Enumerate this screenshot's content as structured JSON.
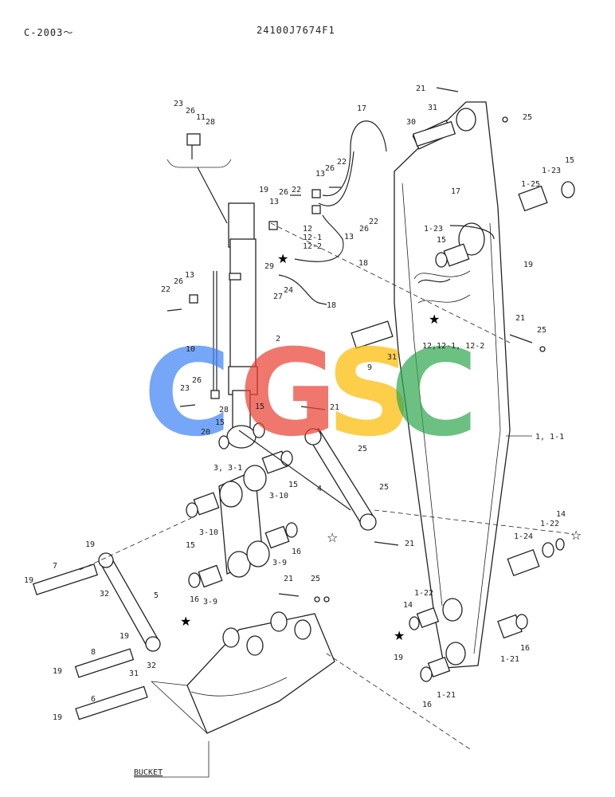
{
  "header": {
    "page_code": "C-2003〜",
    "drawing_number": "24100J7674F1"
  },
  "watermark": {
    "letters": [
      "C",
      "G",
      "S",
      "C"
    ],
    "colors": [
      "#4285F4",
      "#EA4335",
      "#FBBC05",
      "#34A853"
    ]
  },
  "bucket_label": "BUCKET",
  "labels": {
    "p21a": "21",
    "p31a": "31",
    "p25a": "25",
    "p30": "30",
    "p15a": "15",
    "p1_23a": "1-23",
    "p1_25a": "1-25",
    "p17a": "17",
    "p1_23b": "1-23",
    "p15b": "15",
    "p19a": "19",
    "p12set": "12,12-1, 12-2",
    "p21b": "21",
    "p25b": "25",
    "p1_1": "1, 1-1",
    "p17b": "17",
    "p13a": "13",
    "p26a": "26",
    "p22a": "22",
    "p22b": "22",
    "p26b": "26",
    "p13b": "13",
    "p12": "12",
    "p12_1": "12-1",
    "p12_2": "12-2",
    "p18a": "18",
    "p18b": "18",
    "p23a": "23",
    "p26c": "26",
    "p11": "11",
    "p28a": "28",
    "p19b": "19",
    "p13c": "13",
    "p26d": "26",
    "p22c": "22",
    "p29": "29",
    "p27": "27",
    "p24": "24",
    "p26e": "26",
    "p13d": "13",
    "p22d": "22",
    "p9": "9",
    "p31b": "31",
    "p2": "2",
    "p10": "10",
    "p26f": "26",
    "p23b": "23",
    "p28b": "28",
    "p15c": "15",
    "p21c": "21",
    "p15d": "15",
    "p20": "20",
    "p3_31": "3, 3-1",
    "p15e": "15",
    "p3_10a": "3-10",
    "p25c": "25",
    "p4": "4",
    "p25d": "25",
    "p15f": "15",
    "p3_10b": "3-10",
    "p16a": "16",
    "p3_9a": "3-9",
    "p21d": "21",
    "p19c": "19",
    "p7": "7",
    "p32a": "32",
    "p19d": "19",
    "p5": "5",
    "p16b": "16",
    "p3_9b": "3-9",
    "p21e": "21",
    "p25e": "25",
    "p19e": "19",
    "p8": "8",
    "p32b": "32",
    "p19f": "19",
    "p31c": "31",
    "p19g": "19",
    "p6": "6",
    "p1_22a": "1-22",
    "p14a": "14",
    "p1_24": "1-24",
    "p1_22b": "1-22",
    "p14b": "14",
    "p19h": "19",
    "p16c": "16",
    "p1_21a": "1-21",
    "p16d": "16",
    "p1_21b": "1-21"
  }
}
